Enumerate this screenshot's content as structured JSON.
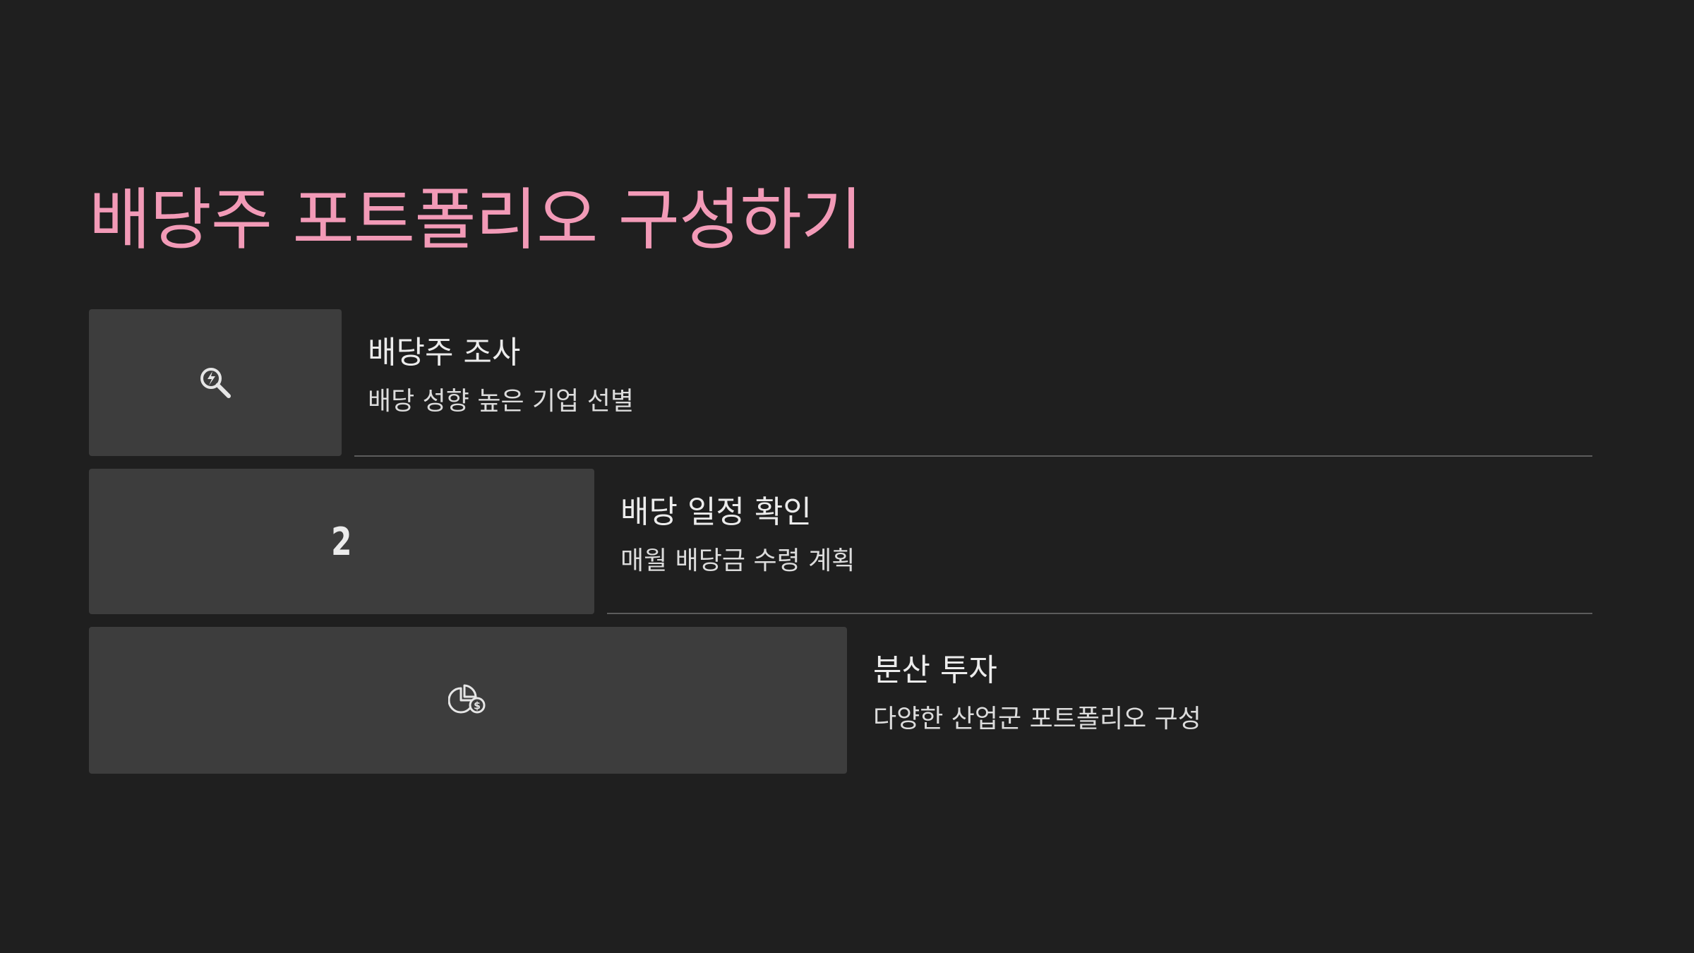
{
  "slide": {
    "title": "배당주 포트폴리오 구성하기"
  },
  "steps": [
    {
      "icon": "search-icon",
      "heading": "배당주 조사",
      "description": "배당 성향 높은 기업 선별"
    },
    {
      "number": "2",
      "heading": "배당 일정 확인",
      "description": "매월 배당금 수령 계획"
    },
    {
      "icon": "pie-chart-dollar-icon",
      "heading": "분산 투자",
      "description": "다양한 산업군 포트폴리오 구성"
    }
  ],
  "colors": {
    "background": "#1f1f1f",
    "title": "#f29ab7",
    "box": "#3d3d3d",
    "text": "#ececec",
    "divider": "#5c5c5c"
  }
}
